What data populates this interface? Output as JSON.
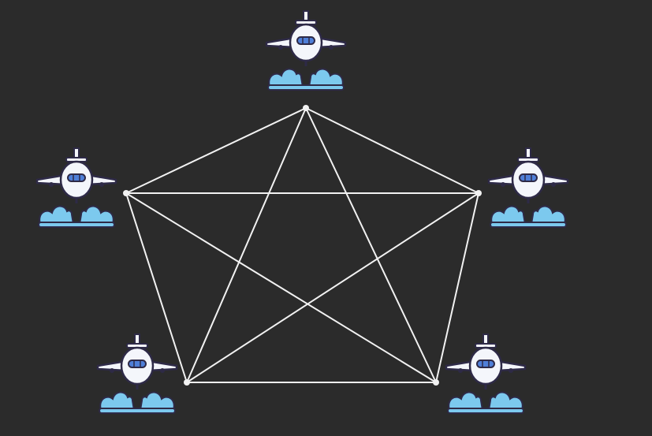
{
  "diagram": {
    "type": "complete-graph",
    "node_icon": "airplane-over-clouds-icon",
    "nodes": [
      {
        "id": "top"
      },
      {
        "id": "left"
      },
      {
        "id": "right"
      },
      {
        "id": "bottom-left"
      },
      {
        "id": "bottom-right"
      }
    ],
    "edges": [
      [
        "top",
        "left"
      ],
      [
        "top",
        "right"
      ],
      [
        "top",
        "bottom-left"
      ],
      [
        "top",
        "bottom-right"
      ],
      [
        "left",
        "right"
      ],
      [
        "left",
        "bottom-left"
      ],
      [
        "left",
        "bottom-right"
      ],
      [
        "right",
        "bottom-left"
      ],
      [
        "right",
        "bottom-right"
      ],
      [
        "bottom-left",
        "bottom-right"
      ]
    ],
    "colors": {
      "background": "#2b2b2b",
      "edge": "#f2f2f2",
      "plane_body": "#f4f6fb",
      "plane_outline": "#2e2a47",
      "window": "#4f7fd8",
      "cloud": "#7cc9ee"
    }
  }
}
